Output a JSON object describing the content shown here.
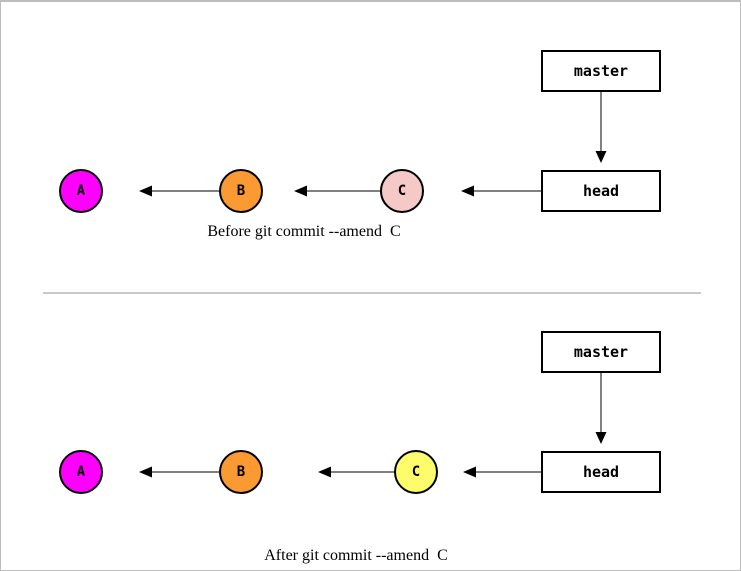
{
  "colors": {
    "background": "#ffffff",
    "frame-border": "#bdbdbd",
    "divider": "#c9c9c9",
    "line": "#808080",
    "arrowhead": "#000000",
    "node-border": "#000000",
    "box-bg": "#ffffff",
    "text": "#000000"
  },
  "before": {
    "caption": "Before git commit --amend  C",
    "master_label": "master",
    "head_label": "head",
    "commits": [
      {
        "label": "A",
        "color": "#ff00ff"
      },
      {
        "label": "B",
        "color": "#fb9a32"
      },
      {
        "label": "C",
        "color": "#f6c9c9"
      }
    ]
  },
  "after": {
    "caption": "After git commit --amend  C",
    "master_label": "master",
    "head_label": "head",
    "commits": [
      {
        "label": "A",
        "color": "#ff00ff"
      },
      {
        "label": "B",
        "color": "#fb9a32"
      },
      {
        "label": "C",
        "color": "#fdfd6b"
      }
    ]
  }
}
